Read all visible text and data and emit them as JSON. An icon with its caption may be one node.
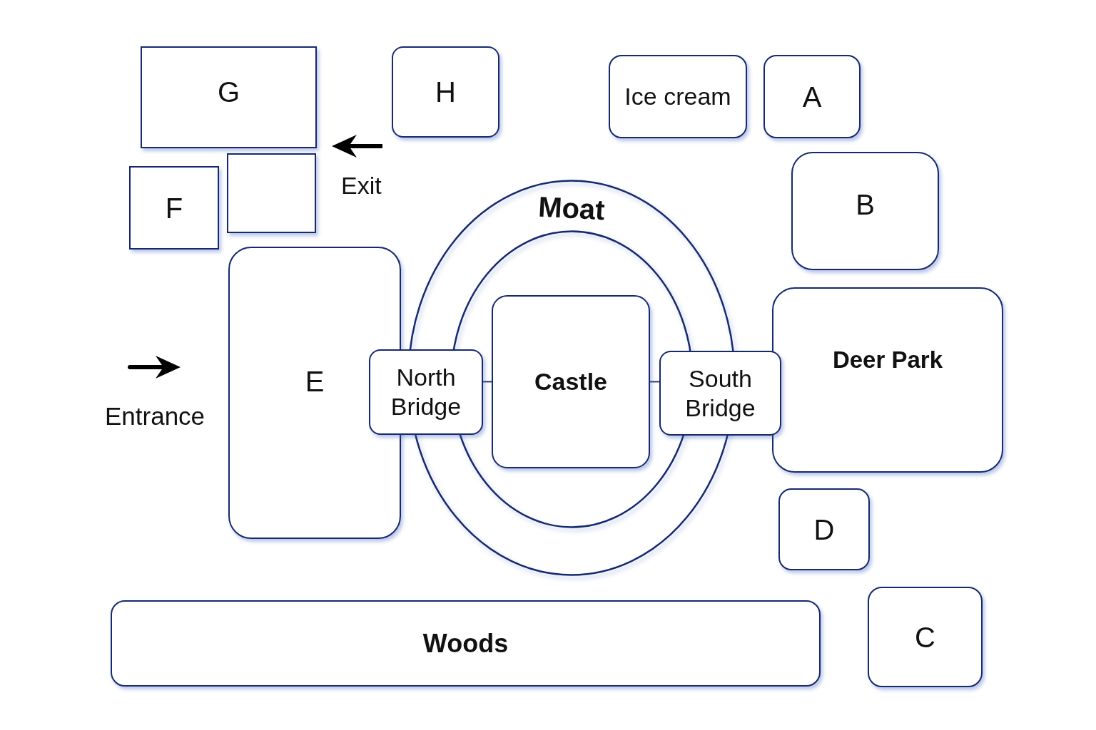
{
  "diagram": {
    "nodes": [
      {
        "text": [
          "G"
        ]
      },
      {
        "text": [
          "H"
        ]
      },
      {
        "text": [
          "Ice cream"
        ]
      },
      {
        "text": [
          "A"
        ]
      },
      {
        "text": [],
        "shape": "box"
      },
      {
        "text": [
          "F"
        ]
      },
      {
        "text": [
          "B"
        ]
      },
      {
        "text": [
          "Moat"
        ]
      },
      {
        "text": [],
        "shape": "ellipse",
        "in": 7
      },
      {
        "text": [
          "Castle"
        ],
        "in": 8
      },
      {
        "text": [
          "E"
        ]
      },
      {
        "text": [
          "North Bridge"
        ]
      },
      {
        "text": [
          "South Bridge"
        ]
      },
      {
        "text": [
          "Deer Park"
        ]
      },
      {
        "text": [
          "D"
        ]
      },
      {
        "text": [
          "Woods"
        ]
      },
      {
        "text": [
          "C"
        ]
      }
    ],
    "edges": [
      {
        "from": 11,
        "to": 9,
        "arrow": "none"
      },
      {
        "from": 9,
        "to": 12,
        "arrow": "none"
      }
    ],
    "labels": [
      "Exit",
      "Entrance"
    ]
  }
}
